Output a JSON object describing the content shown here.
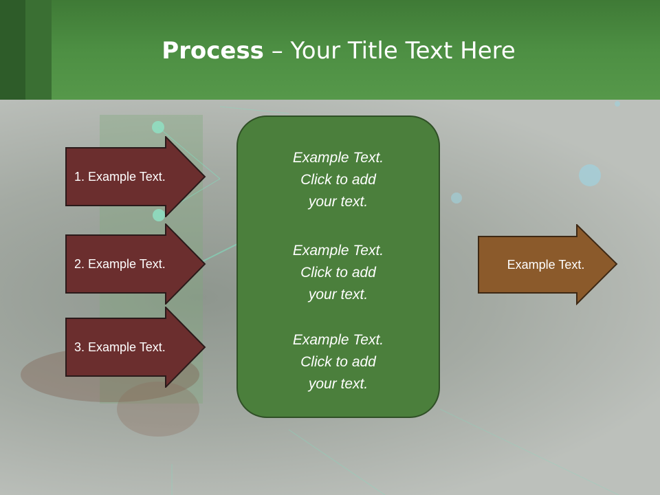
{
  "slide": {
    "title_bold": "Process",
    "title_rest": " – Your Title Text Here"
  },
  "left_arrows": [
    {
      "label": "1. Example Text."
    },
    {
      "label": "2. Example Text."
    },
    {
      "label": "3. Example Text."
    }
  ],
  "center": {
    "items": [
      {
        "line1": "Example Text.",
        "line2": "Click  to add",
        "line3": "your text."
      },
      {
        "line1": "Example Text.",
        "line2": "Click  to add",
        "line3": "your text."
      },
      {
        "line1": "Example Text.",
        "line2": "Click  to add",
        "line3": "your text."
      }
    ]
  },
  "right_arrow": {
    "label": "Example Text."
  },
  "colors": {
    "header_green": "#4d8f43",
    "arrow_maroon": "#6b2e2e",
    "arrow_brown": "#8b5a2b",
    "center_green": "#4b7f3c"
  }
}
